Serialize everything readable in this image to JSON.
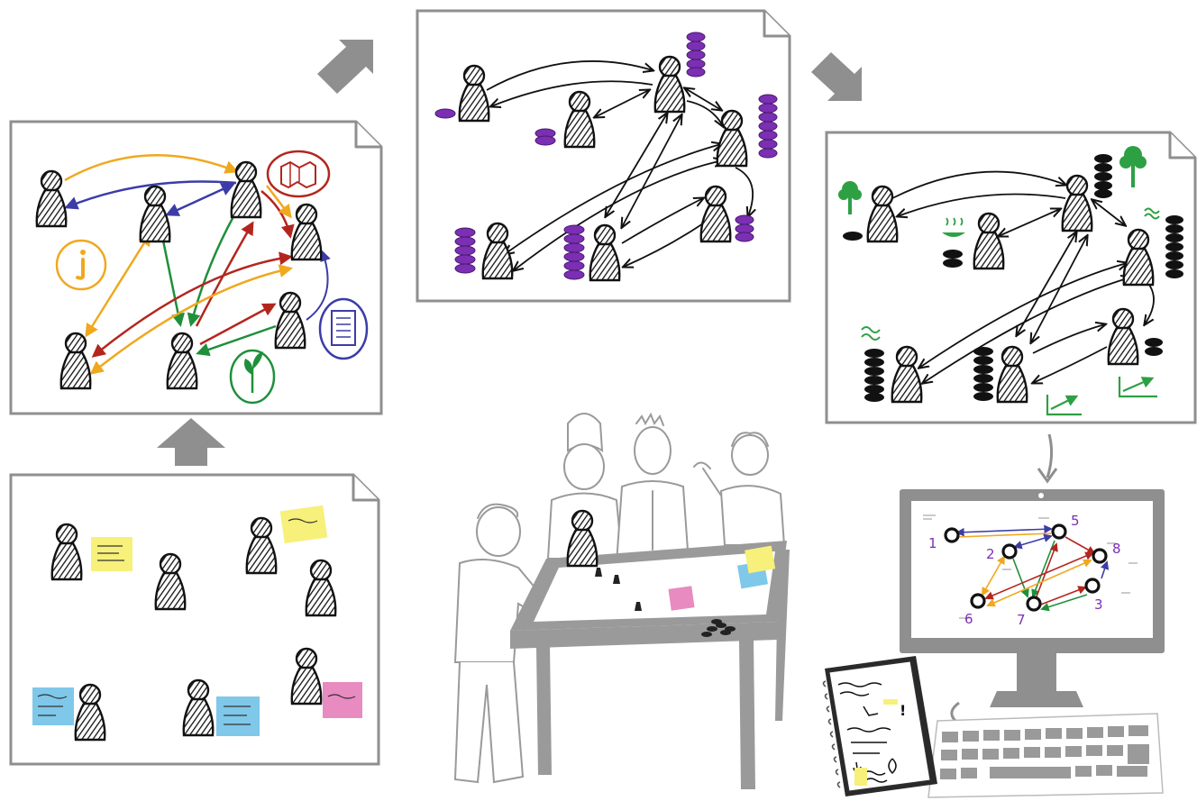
{
  "colors": {
    "frame": "#8f8f8f",
    "ink": "#1a1a1a",
    "orange": "#f0a81f",
    "blue": "#3c3ca8",
    "green": "#1f8f3a",
    "red": "#b3261e",
    "purple": "#7b2fb3",
    "sticky_yellow": "#f7f07a",
    "sticky_blue": "#7fc8ea",
    "sticky_pink": "#e78bc0",
    "table_gray": "#9a9a9a"
  },
  "network_labels": [
    "1",
    "2",
    "5",
    "8",
    "6",
    "7",
    "3"
  ]
}
